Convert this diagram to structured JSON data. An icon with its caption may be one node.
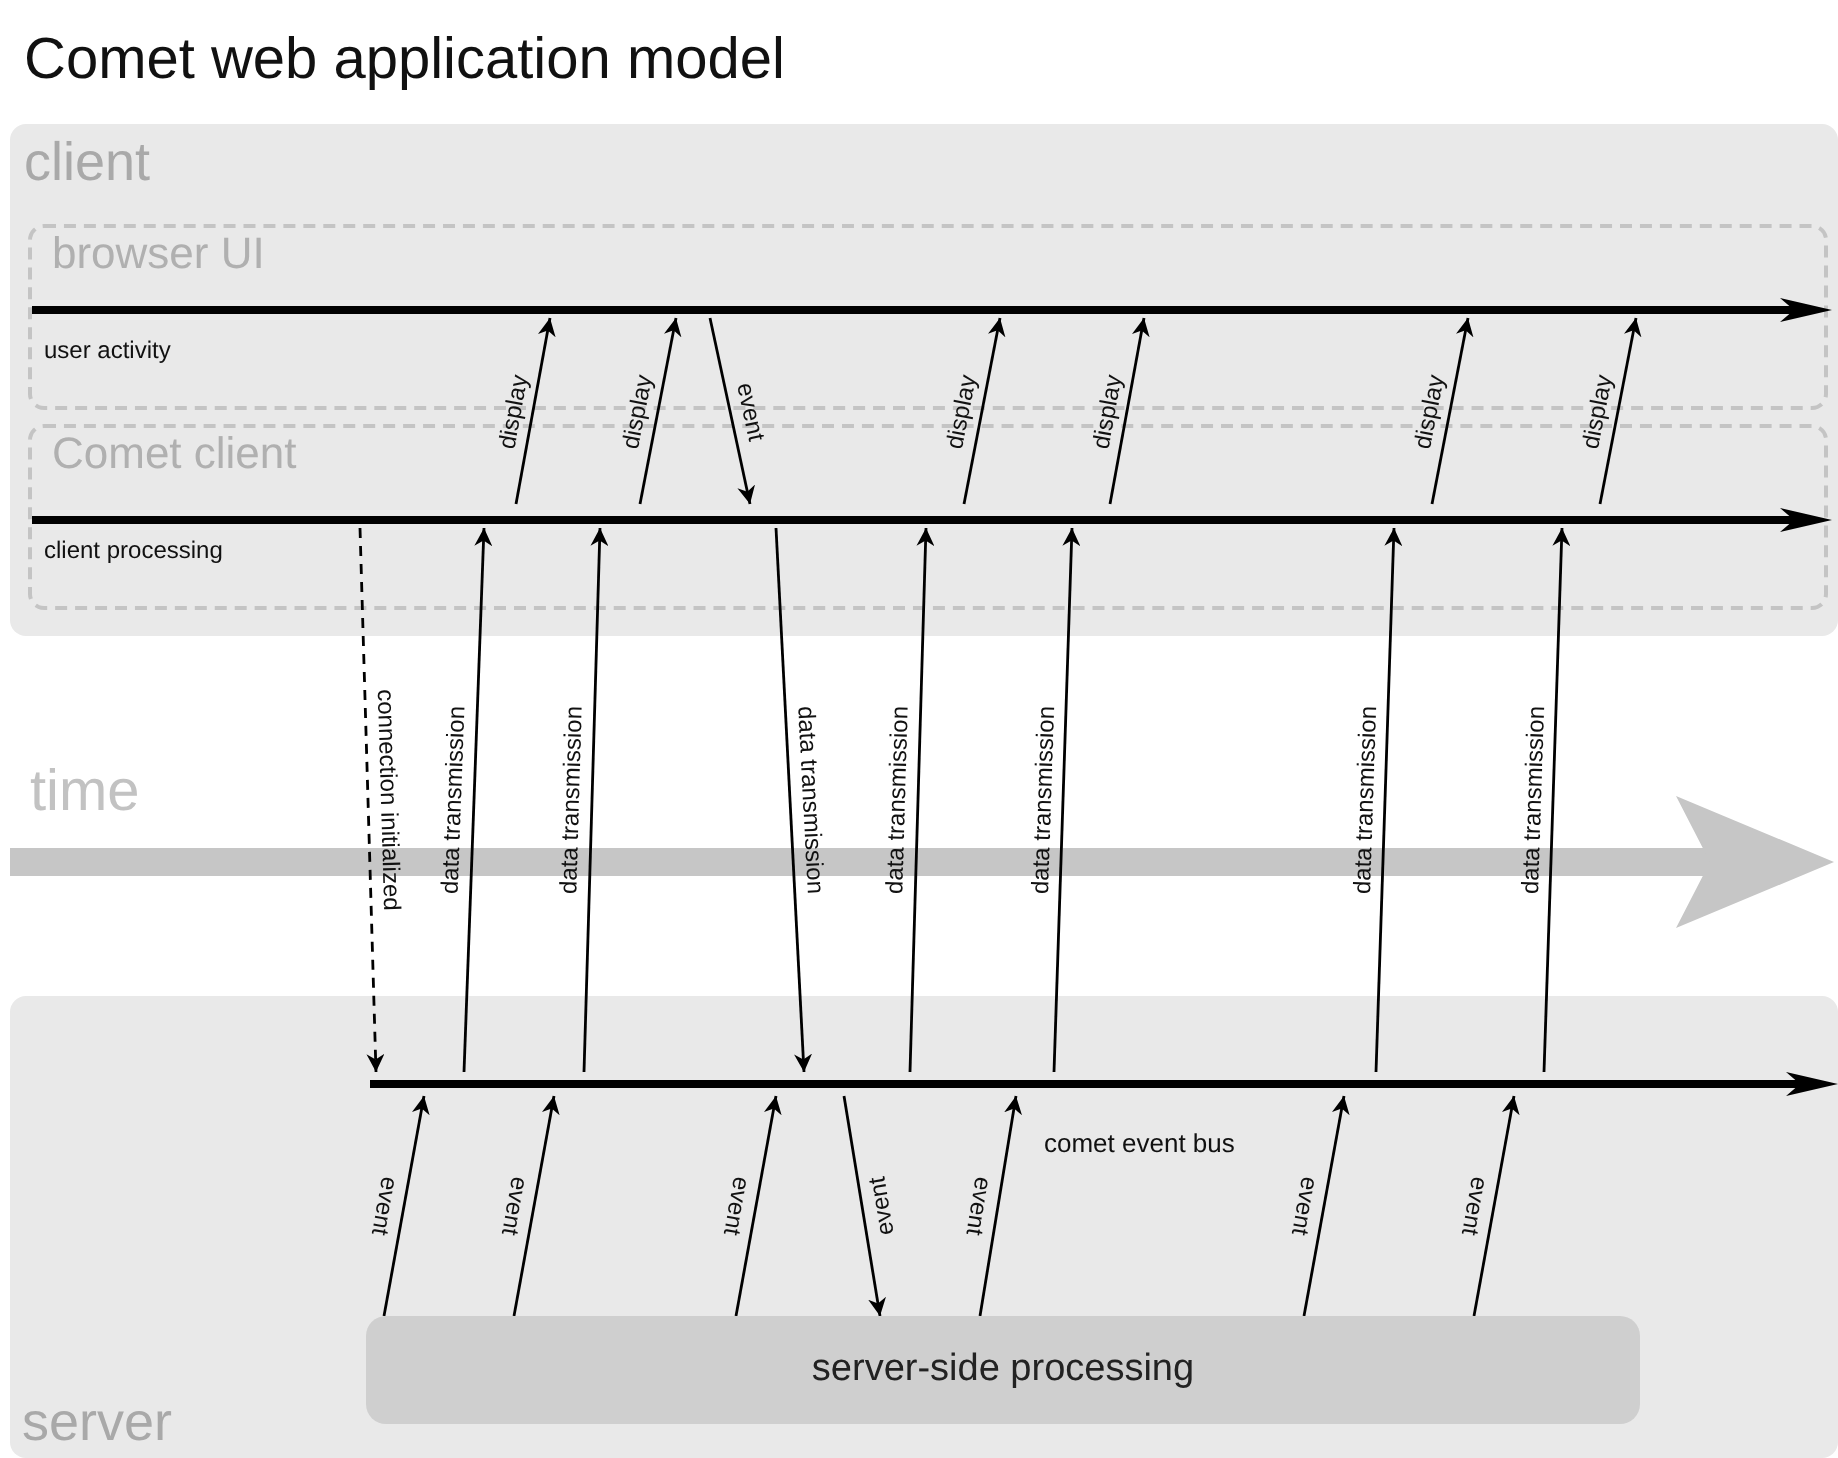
{
  "diagram": {
    "title": "Comet web application model",
    "nodes": [
      {
        "text": [
          "client"
        ]
      },
      {
        "text": [
          "browser UI",
          "user activity"
        ],
        "in": 0
      },
      {
        "text": [],
        "shape": "bar",
        "in": 1
      },
      {
        "text": [
          "Comet client",
          "client processing"
        ],
        "in": 0
      },
      {
        "text": [],
        "shape": "bar",
        "in": 3
      },
      {
        "text": [
          "server"
        ]
      },
      {
        "text": [],
        "shape": "bar",
        "in": 5,
        "beside": [
          "comet event bus"
        ]
      },
      {
        "text": [
          "server-side processing"
        ],
        "in": 5
      }
    ],
    "edges": [
      {
        "from": 4,
        "to": 6,
        "arrow": "to",
        "label": "connection initialized",
        "style": "dashed"
      },
      {
        "from": 7,
        "to": 6,
        "arrow": "to",
        "label": "event"
      },
      {
        "from": 6,
        "to": 4,
        "arrow": "to",
        "label": "data transmission"
      },
      {
        "from": 4,
        "to": 2,
        "arrow": "to",
        "label": "display"
      },
      {
        "from": 7,
        "to": 6,
        "arrow": "to",
        "label": "event"
      },
      {
        "from": 6,
        "to": 4,
        "arrow": "to",
        "label": "data transmission"
      },
      {
        "from": 4,
        "to": 2,
        "arrow": "to",
        "label": "display"
      },
      {
        "from": 2,
        "to": 4,
        "arrow": "to",
        "label": "event"
      },
      {
        "from": 7,
        "to": 6,
        "arrow": "to",
        "label": "event"
      },
      {
        "from": 4,
        "to": 6,
        "arrow": "to",
        "label": "data transmission"
      },
      {
        "from": 6,
        "to": 7,
        "arrow": "to",
        "label": "event"
      },
      {
        "from": 6,
        "to": 4,
        "arrow": "to",
        "label": "data transmission"
      },
      {
        "from": 7,
        "to": 6,
        "arrow": "to",
        "label": "event"
      },
      {
        "from": 4,
        "to": 2,
        "arrow": "to",
        "label": "display"
      },
      {
        "from": 6,
        "to": 4,
        "arrow": "to",
        "label": "data transmission"
      },
      {
        "from": 4,
        "to": 2,
        "arrow": "to",
        "label": "display"
      },
      {
        "from": 7,
        "to": 6,
        "arrow": "to",
        "label": "event"
      },
      {
        "from": 6,
        "to": 4,
        "arrow": "to",
        "label": "data transmission"
      },
      {
        "from": 4,
        "to": 2,
        "arrow": "to",
        "label": "display"
      },
      {
        "from": 7,
        "to": 6,
        "arrow": "to",
        "label": "event"
      },
      {
        "from": 6,
        "to": 4,
        "arrow": "to",
        "label": "data transmission"
      },
      {
        "from": 4,
        "to": 2,
        "arrow": "to",
        "label": "display"
      }
    ],
    "labels": [
      "time"
    ]
  }
}
